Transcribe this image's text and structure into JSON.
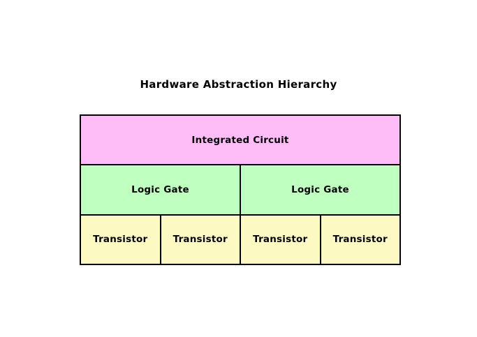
{
  "title": "Hardware Abstraction Hierarchy",
  "colors": {
    "background": "#ffffff",
    "border": "#000000",
    "text": "#000000",
    "integrated_circuit": "#ffbdf8",
    "logic_gate": "#bfffbf",
    "transistor": "#fcf9c3"
  },
  "hierarchy": {
    "levels": [
      {
        "name": "integrated-circuit-level",
        "cells": [
          "Integrated Circuit"
        ]
      },
      {
        "name": "logic-gate-level",
        "cells": [
          "Logic Gate",
          "Logic Gate"
        ]
      },
      {
        "name": "transistor-level",
        "cells": [
          "Transistor",
          "Transistor",
          "Transistor",
          "Transistor"
        ]
      }
    ]
  }
}
